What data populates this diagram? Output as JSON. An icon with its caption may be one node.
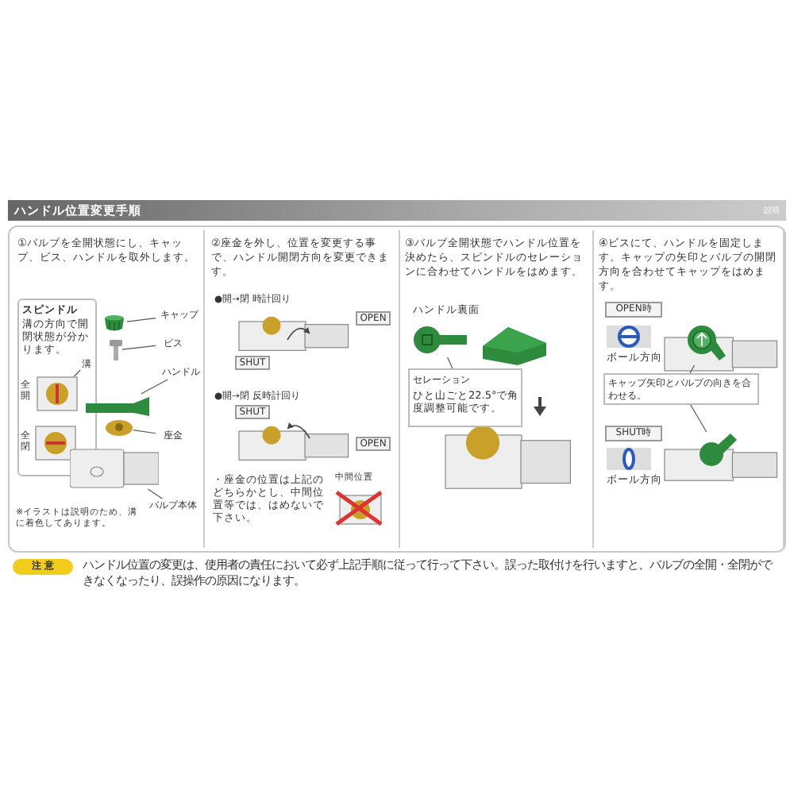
{
  "diagram": {
    "nodes": [
      {
        "text": [
          "ハンドル位置変更手順",
          "説明"
        ]
      },
      {
        "text": [
          "①バルブを全開状態にし、キャップ、ビス、ハンドルを取外します。"
        ]
      },
      {
        "text": [
          "スピンドル",
          "溝の方向で開閉状態が分かります。"
        ],
        "in": 1
      },
      {
        "text": [
          "キャップ"
        ],
        "in": 1
      },
      {
        "text": [],
        "shape": "picture",
        "in": 1
      },
      {
        "text": [
          "ビス"
        ],
        "in": 1
      },
      {
        "text": [],
        "shape": "picture",
        "in": 1
      },
      {
        "text": [
          "ハンドル"
        ],
        "in": 1
      },
      {
        "text": [],
        "shape": "picture",
        "in": 1
      },
      {
        "text": [
          "座金"
        ],
        "in": 1
      },
      {
        "text": [],
        "shape": "picture",
        "in": 1
      },
      {
        "text": [
          "バルブ本体"
        ],
        "in": 1
      },
      {
        "text": [],
        "shape": "picture",
        "in": 1
      },
      {
        "text": [
          "溝"
        ],
        "in": 2
      },
      {
        "text": [],
        "shape": "picture",
        "in": 2
      },
      {
        "text": [
          "②座金を外し、位置を変更する事で、ハンドル開閉方向を変更できます。"
        ]
      },
      {
        "text": [
          "OPEN"
        ],
        "in": 15
      },
      {
        "text": [
          "SHUT"
        ],
        "in": 15
      },
      {
        "text": [
          "SHUT"
        ],
        "in": 15
      },
      {
        "text": [
          "OPEN"
        ],
        "in": 15
      },
      {
        "text": [
          "③バルブ全開状態でハンドル位置を決めたら、スピンドルのセレーションに合わせてハンドルをはめます。"
        ]
      },
      {
        "text": [],
        "shape": "picture",
        "in": 20
      },
      {
        "text": [
          "セレーション",
          "ひと山ごと22.5°で角度調整可能です。"
        ],
        "in": 20
      },
      {
        "text": [
          "④ビスにて、ハンドルを固定します。キャップの矢印とバルブの開閉方向を合わせてキャップをはめます。"
        ]
      },
      {
        "text": [
          "OPEN時"
        ],
        "in": 23
      },
      {
        "text": [],
        "shape": "picture",
        "in": 23
      },
      {
        "text": [
          "キャップ矢印とバルブの向きを合わせる。"
        ],
        "in": 23
      },
      {
        "text": [
          "SHUT時"
        ],
        "in": 23
      },
      {
        "text": [],
        "shape": "picture",
        "in": 23
      },
      {
        "text": [
          "注 意"
        ]
      }
    ],
    "edges": [
      {
        "from": 3,
        "to": 4,
        "arrow": "none"
      },
      {
        "from": 5,
        "to": 6,
        "arrow": "none"
      },
      {
        "from": 7,
        "to": 8,
        "arrow": "none"
      },
      {
        "from": 9,
        "to": 10,
        "arrow": "none"
      },
      {
        "from": 11,
        "to": 12,
        "arrow": "none"
      },
      {
        "from": 13,
        "to": 14,
        "arrow": "none"
      },
      {
        "from": 22,
        "to": 21,
        "arrow": "none"
      },
      {
        "from": 26,
        "to": 25,
        "arrow": "none"
      },
      {
        "from": 26,
        "to": 28,
        "arrow": "none"
      }
    ],
    "labels": [
      "全開",
      "全閉",
      "※イラストは説明のため、溝に着色してあります。",
      "●開→閉 時計回り",
      "●開→閉 反時計回り",
      "・座金の位置は上記のどちらかとし、中間位置等では、はめないで下さい。",
      "中間位置",
      "ハンドル裏面",
      "ボール方向",
      "ボール方向",
      "ハンドル位置の変更は、使用者の責任において必ず上記手順に従って行って下さい。誤った取付けを行いますと、バルブの全開・全閉ができなくなったり、誤操作の原因になります。"
    ]
  }
}
